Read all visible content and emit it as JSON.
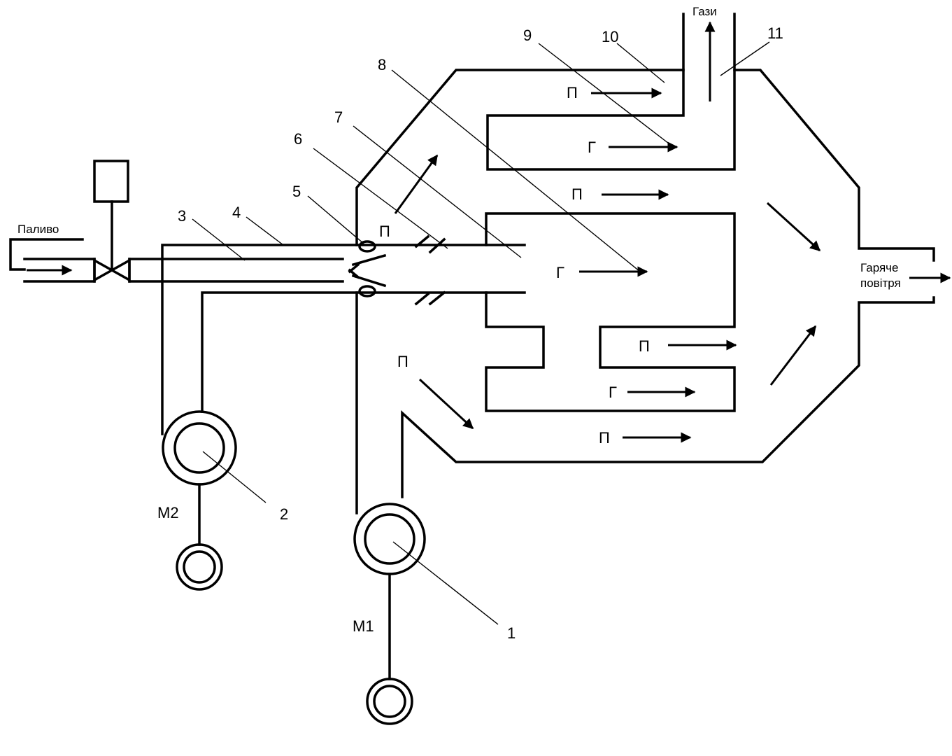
{
  "labels": {
    "fuel": "Паливо",
    "gases": "Гази",
    "hot_air_1": "Гаряче",
    "hot_air_2": "повітря",
    "motor_1": "М1",
    "motor_2": "М2"
  },
  "numbers": [
    "1",
    "2",
    "3",
    "4",
    "5",
    "6",
    "7",
    "8",
    "9",
    "10",
    "11"
  ],
  "flow_letters": {
    "air": "П",
    "gas": "Г"
  }
}
